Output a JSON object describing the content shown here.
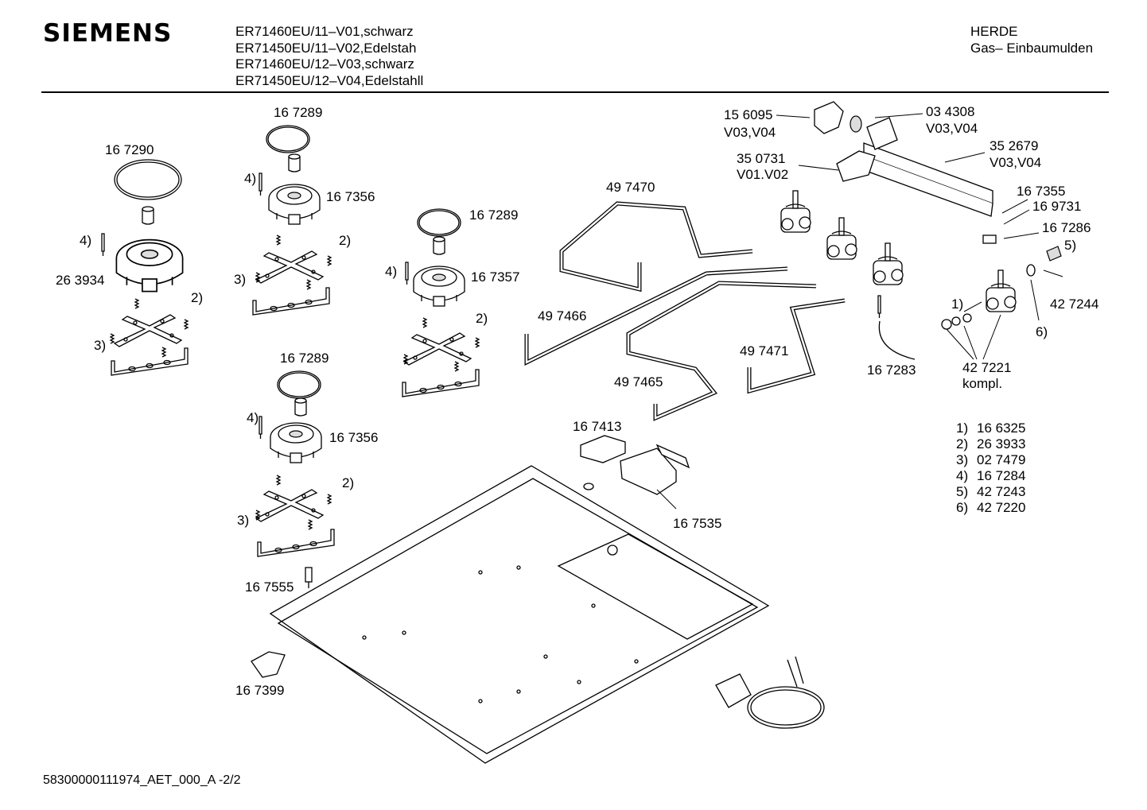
{
  "header": {
    "brand": "SIEMENS",
    "models": [
      "ER71460EU/11–V01,schwarz",
      "ER71450EU/11–V02,Edelstah",
      "ER71460EU/12–V03,schwarz",
      "ER71450EU/12–V04,Edelstahll"
    ],
    "category_line1": "HERDE",
    "category_line2": "Gas– Einbaumulden"
  },
  "footer": {
    "doc_id": "58300000111974_AET_000_A   -2/2"
  },
  "labels": {
    "p167290": "16 7290",
    "p263934": "26 3934",
    "p167289a": "16 7289",
    "p167356a": "16 7356",
    "p167289b": "16 7289",
    "p167357": "16 7357",
    "p167289c": "16 7289",
    "p167356b": "16 7356",
    "p167555": "16 7555",
    "p167399": "16 7399",
    "p497470": "49 7470",
    "p497466": "49 7466",
    "p497465": "49 7465",
    "p497471": "49 7471",
    "p167413": "16 7413",
    "p167535": "16 7535",
    "p156095": "15 6095",
    "p156095v": "V03,V04",
    "p034308": "03 4308",
    "p034308v": "V03,V04",
    "p350731": "35 0731",
    "p350731v": "V01.V02",
    "p352679": "35 2679",
    "p352679v": "V03,V04",
    "p167355": "16 7355",
    "p169731": "16 9731",
    "p167286": "16 7286",
    "p427244": "42 7244",
    "p167283": "16 7283",
    "p427221": "42 7221",
    "p427221v": "kompl.",
    "n1": "1)",
    "n2": "2)",
    "n3": "3)",
    "n4": "4)",
    "n5": "5)",
    "n6": "6)"
  },
  "legend": [
    {
      "key": "1)",
      "part": "16 6325"
    },
    {
      "key": "2)",
      "part": "26 3933"
    },
    {
      "key": "3)",
      "part": "02 7479"
    },
    {
      "key": "4)",
      "part": "16 7284"
    },
    {
      "key": "5)",
      "part": "42 7243"
    },
    {
      "key": "6)",
      "part": "42 7220"
    }
  ]
}
